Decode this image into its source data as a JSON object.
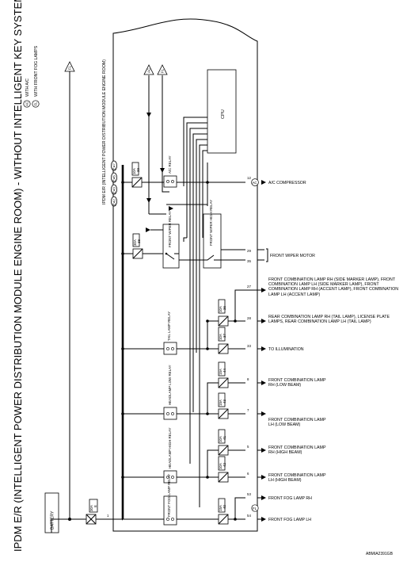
{
  "title": "IPDM E/R (INTELLIGENT POWER DISTRIBUTION MODULE ENGINE ROOM) - WITHOUT INTELLIGENT KEY SYSTEM",
  "legend": [
    {
      "symbol": "AC",
      "text": "WITH A/C"
    },
    {
      "symbol": "FL",
      "text": "WITH FRONT FOG LAMPS"
    }
  ],
  "module": {
    "name": "IPDM E/R (INTELLIGENT POWER DISTRIBUTION MODULE ENGINE ROOM)",
    "connectors": [
      "E42",
      "E43",
      "E45",
      "E47"
    ],
    "cpu": "CPU"
  },
  "battery": "BATTERY",
  "fuses": [
    {
      "amp": "30A",
      "num": "E"
    },
    {
      "amp": "10A",
      "num": "39"
    },
    {
      "amp": "30A",
      "num": "38"
    },
    {
      "amp": "10A",
      "num": "36"
    },
    {
      "amp": "10A",
      "num": "37"
    },
    {
      "amp": "15A",
      "num": "44"
    },
    {
      "amp": "15A",
      "num": "43"
    },
    {
      "amp": "10A",
      "num": "41"
    },
    {
      "amp": "10A",
      "num": "42"
    },
    {
      "amp": "15A",
      "num": "40"
    }
  ],
  "relays": [
    {
      "name": "A/C RELAY"
    },
    {
      "name": "FRONT WIPER RELAY"
    },
    {
      "name": "FRONT WIPER HIGH RELAY"
    },
    {
      "name": "TAIL LAMP RELAY"
    },
    {
      "name": "HEADLAMP LOW RELAY"
    },
    {
      "name": "HEADLAMP HIGH RELAY"
    },
    {
      "name": "FRONT FOG LAMP RELAY"
    }
  ],
  "terminals": [
    "12",
    "29",
    "35",
    "27",
    "28",
    "33",
    "8",
    "7",
    "5",
    "6",
    "53",
    "54",
    "1"
  ],
  "outputs": [
    {
      "label": "A/C COMPRESSOR"
    },
    {
      "label": "FRONT WIPER MOTOR"
    },
    {
      "label": "FRONT COMBINATION LAMP RH (SIDE MARKER LAMP), FRONT COMBINATION LAMP LH (SIDE MARKER LAMP), FRONT COMBINATION LAMP RH (ACCENT LAMP), FRONT COMBINATION LAMP LH (ACCENT LAMP)"
    },
    {
      "label": "REAR COMBINATION LAMP RH (TAIL LAMP), LICENSE PLATE LAMPS, REAR COMBINATION LAMP LH (TAIL LAMP)"
    },
    {
      "label": "TO ILLUMINATION"
    },
    {
      "label": "FRONT COMBINATION LAMP RH (LOW BEAM)"
    },
    {
      "label": "FRONT COMBINATION LAMP LH (LOW BEAM)"
    },
    {
      "label": "FRONT COMBINATION LAMP RH (HIGH BEAM)"
    },
    {
      "label": "FRONT COMBINATION LAMP LH (HIGH BEAM)"
    },
    {
      "label": "FRONT FOG LAMP RH"
    },
    {
      "label": "FRONT FOG LAMP LH"
    }
  ],
  "figure_code": "ABMIA2391GB"
}
